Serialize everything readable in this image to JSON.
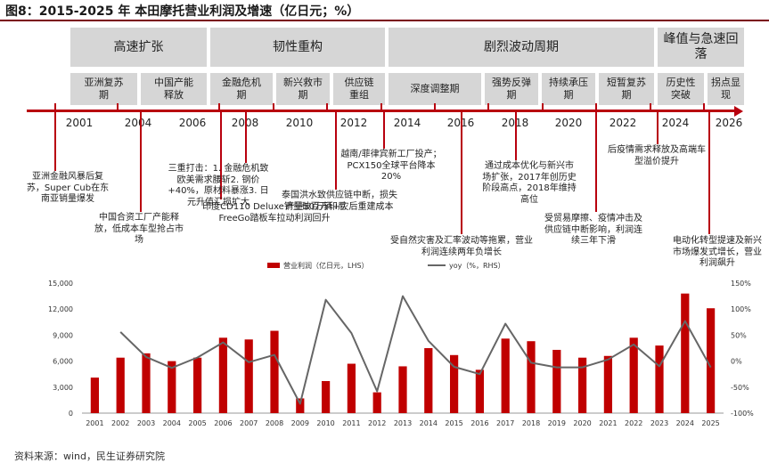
{
  "title": "图8：2015-2025 年 本田摩托营业利润及增速（亿日元；%）",
  "phases": [
    "高速扩张",
    "韧性重构",
    "剧烈波动周期",
    "峰值与急速回落"
  ],
  "subphases": [
    "亚洲复苏期",
    "中国产能释放",
    "金融危机期",
    "新兴救市期",
    "供应链重组",
    "深度调整期",
    "强势反弹期",
    "持续承压期",
    "短暂复苏期",
    "历史性突破",
    "拐点显现"
  ],
  "timeline_years": [
    "2001",
    "2004",
    "2006",
    "2008",
    "2010",
    "2012",
    "2014",
    "2016",
    "2018",
    "2020",
    "2022",
    "2024",
    "2026"
  ],
  "events": [
    "亚洲金融风暴后复苏，Super Cub在东南亚销量爆发",
    "中国合资工厂产能释放，低成本车型抢占市场",
    "三重打击：1. 金融危机致欧美需求腰斩2. 钢价+40%，原材料暴涨3. 日元升值汇损扩大",
    "印度CD110 Deluxe销量破百万印尼FreeGo踏板车拉动利润回升",
    "泰国洪水致供应链中断，损失产量50万辆+灾后重建成本",
    "越南/菲律宾新工厂投产；PCX150全球平台降本20%",
    "受自然灾害及汇率波动等拖累，营业利润连续两年负增长",
    "通过成本优化与新兴市场扩张，2017年创历史阶段高点，2018年维持高位",
    "受贸易摩擦、疫情冲击及供应链中断影响，利润连续三年下滑",
    "后疫情需求释放及高端车型溢价提升",
    "电动化转型提速及新兴市场爆发式增长，营业利润飙升"
  ],
  "source": "资料来源：wind，民生证券研究院",
  "chart_data": {
    "type": "bar",
    "categories": [
      "2001",
      "2002",
      "2003",
      "2004",
      "2005",
      "2006",
      "2007",
      "2008",
      "2009",
      "2010",
      "2011",
      "2012",
      "2013",
      "2014",
      "2015",
      "2016",
      "2017",
      "2018",
      "2019",
      "2020",
      "2021",
      "2022",
      "2023",
      "2024",
      "2025"
    ],
    "series": [
      {
        "name": "营业利润（亿日元，LHS）",
        "type": "bar",
        "axis": "left",
        "color": "#c00000",
        "values": [
          4100,
          6400,
          6900,
          6000,
          6400,
          8700,
          8500,
          9500,
          1700,
          3700,
          5700,
          2400,
          5400,
          7500,
          6700,
          5000,
          8600,
          8300,
          7300,
          6400,
          6600,
          8700,
          7800,
          13800,
          12100
        ]
      },
      {
        "name": "yoy（%，RHS）",
        "type": "line",
        "axis": "right",
        "color": "#666666",
        "values": [
          null,
          56,
          8,
          -13,
          7,
          36,
          -2,
          12,
          -82,
          118,
          54,
          -58,
          125,
          39,
          -11,
          -25,
          72,
          -3,
          -12,
          -12,
          3,
          32,
          -10,
          77,
          -12
        ]
      }
    ],
    "yaxis_left": {
      "ticks": [
        "0",
        "3,000",
        "6,000",
        "9,000",
        "12,000",
        "15,000"
      ],
      "lim": [
        0,
        15000
      ]
    },
    "yaxis_right": {
      "ticks": [
        "-100%",
        "-50%",
        "0%",
        "50%",
        "100%",
        "150%"
      ],
      "lim": [
        -100,
        150
      ]
    },
    "legend_position": "top-center",
    "grid": false
  }
}
